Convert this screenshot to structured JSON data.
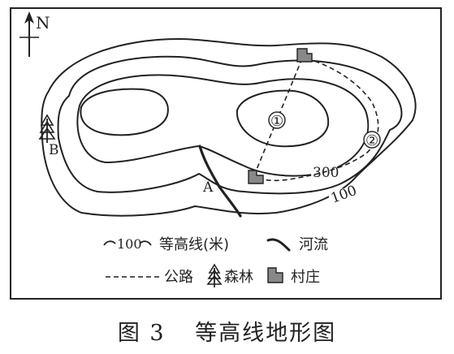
{
  "map": {
    "north_label": "N",
    "contour_labels": {
      "c300": "300",
      "c100": "100"
    },
    "point_labels": {
      "a": "A",
      "b": "B",
      "route1": "①",
      "route2": "②"
    },
    "legend": {
      "contour_sample": "100",
      "contour_text": "等高线(米)",
      "river_text": "河流",
      "road_text": "公路",
      "forest_text": "森林",
      "village_text": "村庄"
    }
  },
  "caption": {
    "figure_number": "图 3",
    "title": "等高线地形图"
  }
}
